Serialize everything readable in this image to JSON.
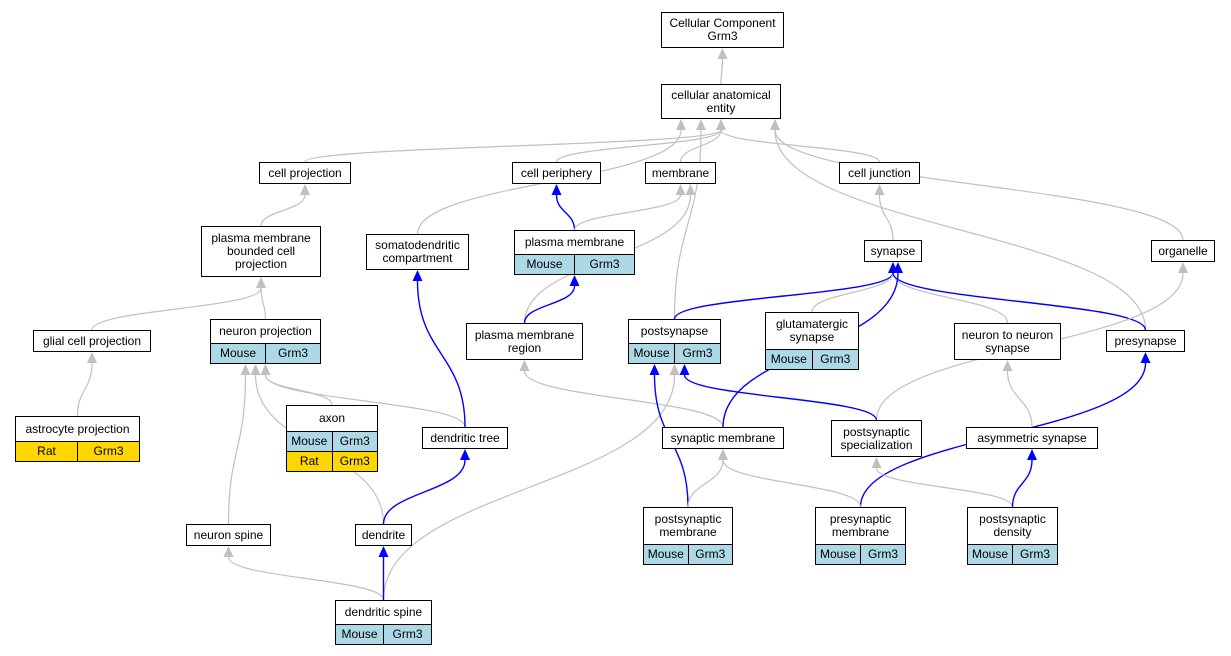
{
  "diagram": {
    "colors": {
      "is_a": "#c0c0c0",
      "part_of": "#0000ff",
      "mouse": "#add8e6",
      "rat": "#ffd700"
    },
    "nodes": {
      "root": {
        "title": "Cellular Component\nGrm3"
      },
      "cae": {
        "title": "cellular anatomical\nentity"
      },
      "cproj": {
        "title": "cell projection"
      },
      "cperi": {
        "title": "cell periphery"
      },
      "membr": {
        "title": "membrane"
      },
      "cjunc": {
        "title": "cell junction"
      },
      "pmbcp": {
        "title": "plasma membrane\nbounded cell\nprojection"
      },
      "somato": {
        "title": "somatodendritic\ncompartment"
      },
      "plasma": {
        "title": "plasma membrane",
        "annotations": [
          {
            "species": "Mouse",
            "gene": "Grm3"
          }
        ]
      },
      "synapse": {
        "title": "synapse"
      },
      "organelle": {
        "title": "organelle"
      },
      "glial": {
        "title": "glial cell projection"
      },
      "nproj": {
        "title": "neuron projection",
        "annotations": [
          {
            "species": "Mouse",
            "gene": "Grm3"
          }
        ]
      },
      "pmreg": {
        "title": "plasma membrane\nregion"
      },
      "postsyn": {
        "title": "postsynapse",
        "annotations": [
          {
            "species": "Mouse",
            "gene": "Grm3"
          }
        ]
      },
      "gluta": {
        "title": "glutamatergic\nsynapse",
        "annotations": [
          {
            "species": "Mouse",
            "gene": "Grm3"
          }
        ]
      },
      "n2n": {
        "title": "neuron to neuron\nsynapse"
      },
      "presyn": {
        "title": "presynapse"
      },
      "astro": {
        "title": "astrocyte projection",
        "annotations": [
          {
            "species": "Rat",
            "gene": "Grm3"
          }
        ]
      },
      "axon": {
        "title": "axon",
        "annotations": [
          {
            "species": "Mouse",
            "gene": "Grm3"
          },
          {
            "species": "Rat",
            "gene": "Grm3"
          }
        ]
      },
      "dtree": {
        "title": "dendritic tree"
      },
      "synmem": {
        "title": "synaptic membrane"
      },
      "pspec": {
        "title": "postsynaptic\nspecialization"
      },
      "asym": {
        "title": "asymmetric synapse"
      },
      "nspine": {
        "title": "neuron spine"
      },
      "dendrite": {
        "title": "dendrite"
      },
      "postmem": {
        "title": "postsynaptic\nmembrane",
        "annotations": [
          {
            "species": "Mouse",
            "gene": "Grm3"
          }
        ]
      },
      "premem": {
        "title": "presynaptic\nmembrane",
        "annotations": [
          {
            "species": "Mouse",
            "gene": "Grm3"
          }
        ]
      },
      "psd": {
        "title": "postsynaptic\ndensity",
        "annotations": [
          {
            "species": "Mouse",
            "gene": "Grm3"
          }
        ]
      },
      "dspine": {
        "title": "dendritic spine",
        "annotations": [
          {
            "species": "Mouse",
            "gene": "Grm3"
          }
        ]
      }
    },
    "edges": [
      {
        "from": "cae",
        "to": "root",
        "type": "is_a"
      },
      {
        "from": "cproj",
        "to": "cae",
        "type": "is_a"
      },
      {
        "from": "cperi",
        "to": "cae",
        "type": "is_a"
      },
      {
        "from": "membr",
        "to": "cae",
        "type": "is_a"
      },
      {
        "from": "cjunc",
        "to": "cae",
        "type": "is_a"
      },
      {
        "from": "somato",
        "to": "cae",
        "type": "is_a"
      },
      {
        "from": "postsyn",
        "to": "cae",
        "type": "is_a"
      },
      {
        "from": "presyn",
        "to": "cae",
        "type": "is_a"
      },
      {
        "from": "organelle",
        "to": "cae",
        "type": "is_a"
      },
      {
        "from": "pmbcp",
        "to": "cproj",
        "type": "is_a"
      },
      {
        "from": "plasma",
        "to": "cperi",
        "type": "part_of"
      },
      {
        "from": "plasma",
        "to": "membr",
        "type": "is_a"
      },
      {
        "from": "pmreg",
        "to": "membr",
        "type": "is_a"
      },
      {
        "from": "synapse",
        "to": "cjunc",
        "type": "is_a"
      },
      {
        "from": "glial",
        "to": "pmbcp",
        "type": "is_a"
      },
      {
        "from": "nproj",
        "to": "pmbcp",
        "type": "is_a"
      },
      {
        "from": "pmreg",
        "to": "plasma",
        "type": "part_of"
      },
      {
        "from": "postsyn",
        "to": "synapse",
        "type": "part_of"
      },
      {
        "from": "gluta",
        "to": "synapse",
        "type": "is_a"
      },
      {
        "from": "n2n",
        "to": "synapse",
        "type": "is_a"
      },
      {
        "from": "presyn",
        "to": "synapse",
        "type": "part_of"
      },
      {
        "from": "pspec",
        "to": "organelle",
        "type": "is_a"
      },
      {
        "from": "astro",
        "to": "glial",
        "type": "is_a"
      },
      {
        "from": "axon",
        "to": "nproj",
        "type": "is_a"
      },
      {
        "from": "dtree",
        "to": "nproj",
        "type": "is_a"
      },
      {
        "from": "dendrite",
        "to": "nproj",
        "type": "is_a"
      },
      {
        "from": "nspine",
        "to": "nproj",
        "type": "is_a"
      },
      {
        "from": "dtree",
        "to": "somato",
        "type": "part_of"
      },
      {
        "from": "synmem",
        "to": "pmreg",
        "type": "is_a"
      },
      {
        "from": "dspine",
        "to": "postsyn",
        "type": "is_a"
      },
      {
        "from": "postmem",
        "to": "postsyn",
        "type": "part_of"
      },
      {
        "from": "pspec",
        "to": "postsyn",
        "type": "part_of"
      },
      {
        "from": "synmem",
        "to": "synapse",
        "type": "part_of"
      },
      {
        "from": "asym",
        "to": "n2n",
        "type": "is_a"
      },
      {
        "from": "premem",
        "to": "presyn",
        "type": "part_of"
      },
      {
        "from": "dendrite",
        "to": "dtree",
        "type": "part_of"
      },
      {
        "from": "postmem",
        "to": "synmem",
        "type": "is_a"
      },
      {
        "from": "premem",
        "to": "synmem",
        "type": "is_a"
      },
      {
        "from": "psd",
        "to": "pspec",
        "type": "is_a"
      },
      {
        "from": "psd",
        "to": "asym",
        "type": "part_of"
      },
      {
        "from": "dspine",
        "to": "nspine",
        "type": "is_a"
      },
      {
        "from": "dspine",
        "to": "dendrite",
        "type": "part_of"
      }
    ]
  }
}
